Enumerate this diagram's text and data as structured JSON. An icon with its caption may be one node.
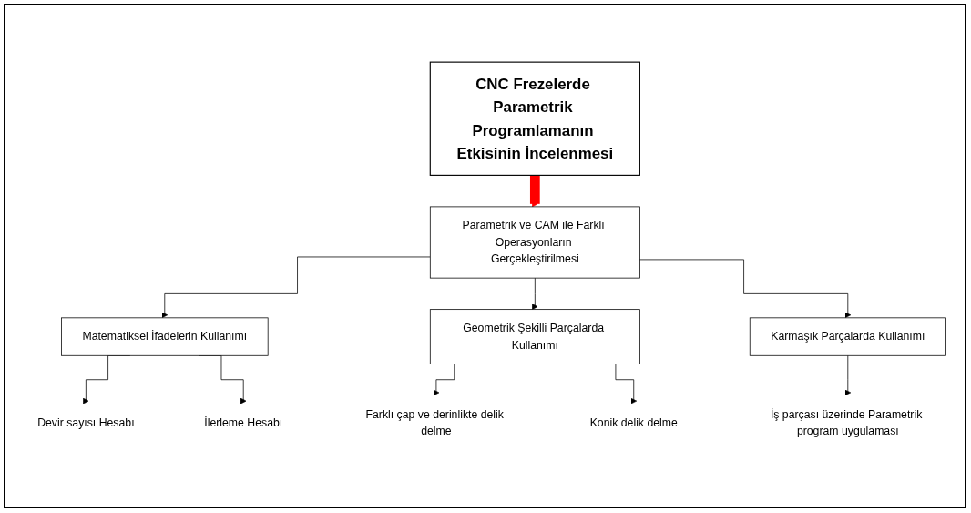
{
  "diagram": {
    "nodes": [
      {
        "text": [
          "CNC Frezelerde Parametrik Programlamanın Etkisinin İncelenmesi"
        ]
      },
      {
        "text": [
          "Parametrik ve CAM ile Farklı Operasyonların Gerçekleştirilmesi"
        ]
      },
      {
        "text": [
          "Matematiksel İfadelerin Kullanımı"
        ]
      },
      {
        "text": [
          "Geometrik Şekilli Parçalarda Kullanımı"
        ]
      },
      {
        "text": [
          "Karmaşık Parçalarda Kullanımı"
        ]
      },
      {
        "text": [
          "Devir sayısı Hesabı"
        ]
      },
      {
        "text": [
          "İlerleme Hesabı"
        ]
      },
      {
        "text": [
          "Farklı çap ve derinlikte delik delme"
        ]
      },
      {
        "text": [
          "Konik delik delme"
        ]
      },
      {
        "text": [
          "İş parçası üzerinde Parametrik program uygulaması"
        ]
      }
    ],
    "edges": [
      {
        "from": 0,
        "to": 1,
        "arrow": "to",
        "style": "thick",
        "color": "#ff0000"
      },
      {
        "from": 1,
        "to": 2,
        "arrow": "to"
      },
      {
        "from": 1,
        "to": 3,
        "arrow": "to"
      },
      {
        "from": 1,
        "to": 4,
        "arrow": "to"
      },
      {
        "from": 2,
        "to": 5,
        "arrow": "to"
      },
      {
        "from": 2,
        "to": 6,
        "arrow": "to"
      },
      {
        "from": 3,
        "to": 7,
        "arrow": "to"
      },
      {
        "from": 3,
        "to": 8,
        "arrow": "to"
      },
      {
        "from": 4,
        "to": 9,
        "arrow": "to"
      }
    ]
  }
}
